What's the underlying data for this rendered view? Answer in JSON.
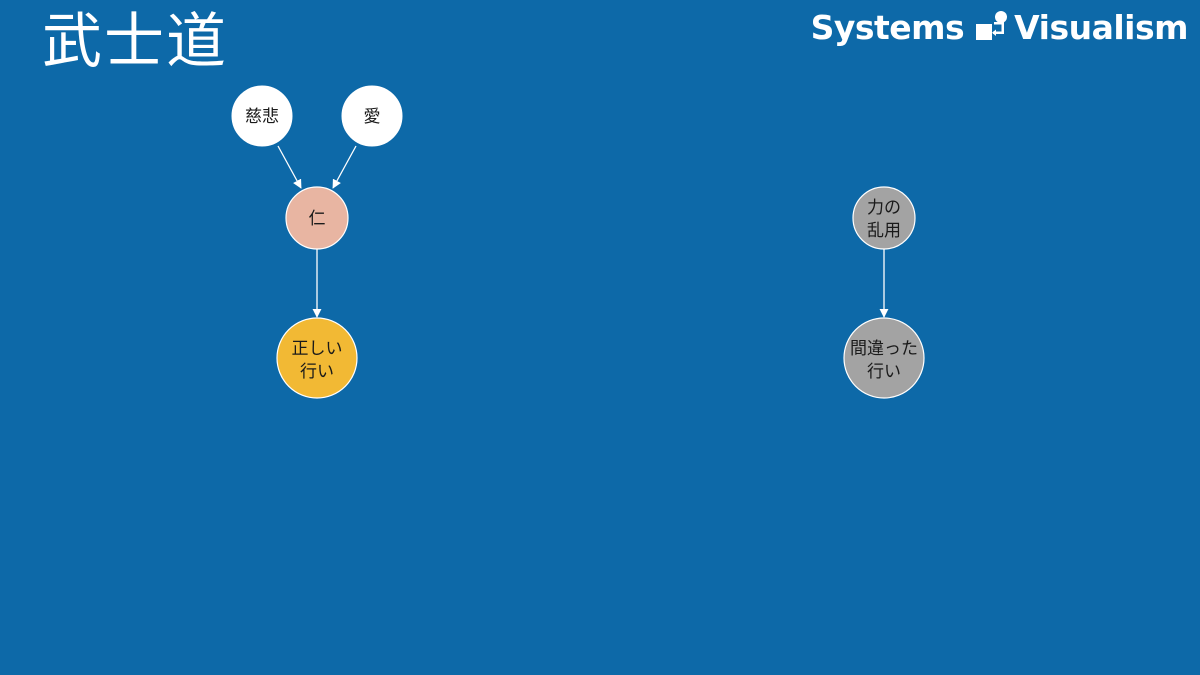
{
  "title": "武士道",
  "brand": {
    "left": "Systems",
    "right": "Visualism",
    "logo_icon": "systems-visualism-logo-icon"
  },
  "colors": {
    "background": "#0d69a8",
    "white_node": "#ffffff",
    "jin_node": "#e8b5a2",
    "right_action_node": "#f2b934",
    "gray_node": "#a3a3a3",
    "arrow": "#ffffff"
  },
  "nodes": {
    "jihi": {
      "lines": [
        "慈悲"
      ]
    },
    "ai": {
      "lines": [
        "愛"
      ]
    },
    "jin": {
      "lines": [
        "仁"
      ]
    },
    "tadashii": {
      "lines": [
        "正しい",
        "行い"
      ]
    },
    "ranyo": {
      "lines": [
        "力の",
        "乱用"
      ]
    },
    "machigai": {
      "lines": [
        "間違った",
        "行い"
      ]
    }
  },
  "edges": [
    {
      "from": "慈悲",
      "to": "仁"
    },
    {
      "from": "愛",
      "to": "仁"
    },
    {
      "from": "仁",
      "to": "正しい行い"
    },
    {
      "from": "力の乱用",
      "to": "間違った行い"
    }
  ]
}
